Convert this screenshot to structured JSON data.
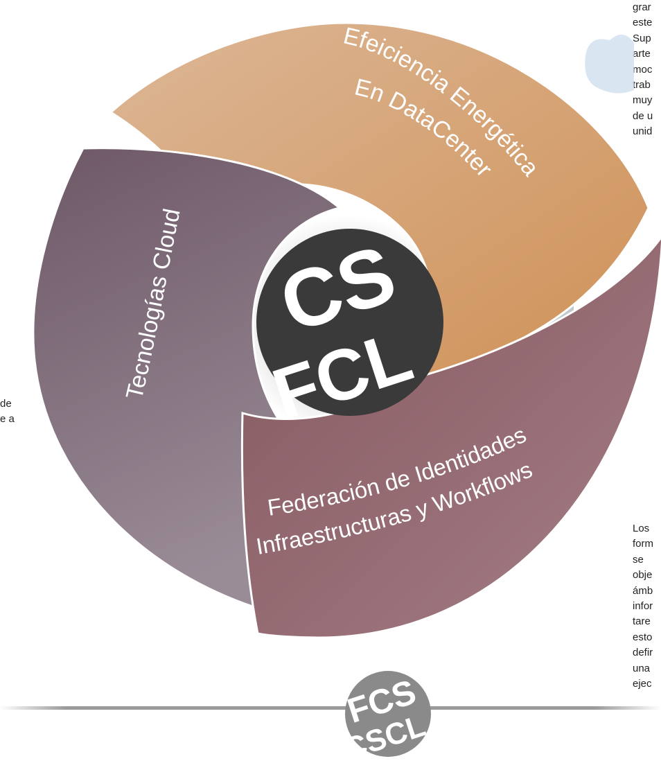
{
  "petals": [
    {
      "id": "energy",
      "label_lines": [
        "Efeiciencia Energética",
        "En DataCenter"
      ],
      "color_start": "#dcb796",
      "color_end": "#cf9157"
    },
    {
      "id": "cloud",
      "label_lines": [
        "Tecnologías Cloud"
      ],
      "color_start": "#6e5867",
      "color_end": "#9a8c97"
    },
    {
      "id": "federation",
      "label_lines": [
        "Federación de Identidades",
        "Infraestructuras y Workflows"
      ],
      "color_start": "#86585f",
      "color_end": "#a47e86"
    }
  ],
  "logo_lines": [
    "CS",
    "FCL"
  ],
  "watermark_logo_lines": [
    "FCS",
    "CSCL"
  ],
  "text_fragments": {
    "right_top": [
      "grar",
      "este",
      "Sup",
      "arte",
      "moc",
      "trab",
      "muy",
      "de u",
      "unid"
    ],
    "left": [
      "de",
      "e a"
    ],
    "right_bottom": [
      "Los",
      "form",
      "se",
      "obje",
      "ámb",
      "infor",
      "tare",
      "esto",
      "defir",
      "una",
      "ejec"
    ]
  },
  "colors": {
    "text": "#222222",
    "gap": "#ffffff"
  }
}
